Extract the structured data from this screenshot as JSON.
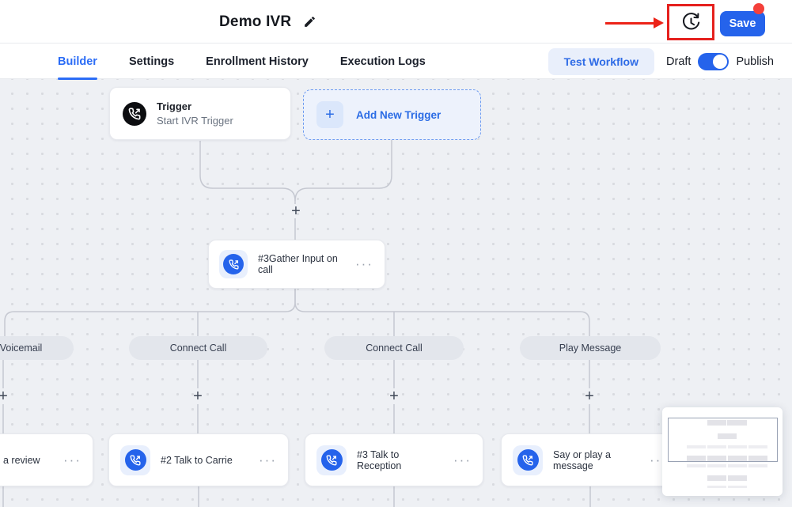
{
  "header": {
    "title": "Demo IVR",
    "save_label": "Save"
  },
  "tabs": [
    {
      "label": "Builder",
      "active": true
    },
    {
      "label": "Settings",
      "active": false
    },
    {
      "label": "Enrollment History",
      "active": false
    },
    {
      "label": "Execution Logs",
      "active": false
    }
  ],
  "actions": {
    "test_workflow": "Test Workflow",
    "draft": "Draft",
    "publish": "Publish"
  },
  "canvas": {
    "trigger": {
      "title": "Trigger",
      "subtitle": "Start IVR Trigger"
    },
    "add_trigger": {
      "label": "Add New Trigger"
    },
    "gather": {
      "label": "#3Gather Input on call"
    },
    "branches": [
      {
        "label": "Voicemail"
      },
      {
        "label": "Connect Call"
      },
      {
        "label": "Connect Call"
      },
      {
        "label": "Play Message"
      }
    ],
    "nodes": [
      {
        "label": "a review"
      },
      {
        "label": "#2 Talk to Carrie"
      },
      {
        "label": "#3 Talk to Reception"
      },
      {
        "label": "Say or play a message"
      }
    ]
  },
  "icons": {
    "plus": "+",
    "more": "···"
  },
  "colors": {
    "accent": "#2563eb",
    "link_blue": "#2b6cf6",
    "highlight_red": "#e5201d",
    "canvas_bg": "#eef0f4",
    "pill_bg": "#e3e6ec"
  }
}
